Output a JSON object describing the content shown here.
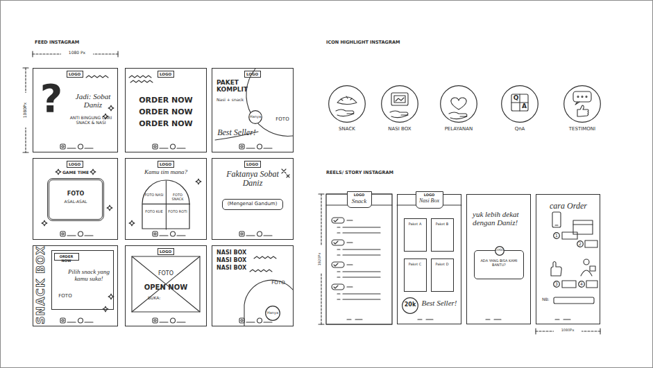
{
  "diagram": {
    "nodes": [
      {
        "text": [
          "?",
          "Jadi: Sobat Daniz",
          "ANTI BINGUNG CARI SNACK & NASI"
        ]
      },
      {
        "text": [
          "LOGO"
        ],
        "in": 0
      },
      {
        "text": [
          "ORDER NOW",
          "ORDER NOW",
          "ORDER NOW"
        ]
      },
      {
        "text": [
          "LOGO"
        ],
        "in": 2
      },
      {
        "text": [
          "PAKET KOMPLIT",
          "Nasi + snack",
          "FOTO",
          "Best Seller!"
        ]
      },
      {
        "text": [
          "LOGO"
        ],
        "in": 4
      },
      {
        "text": [
          "Hanya"
        ],
        "in": 4
      },
      {
        "text": [
          "GAME TIME"
        ]
      },
      {
        "text": [
          "LOGO"
        ],
        "in": 7
      },
      {
        "text": [
          "FOTO",
          "ASAL-ASAL"
        ],
        "in": 7
      },
      {
        "text": [
          "Kamu tim mana?"
        ]
      },
      {
        "text": [
          "LOGO"
        ],
        "in": 10
      },
      {
        "text": [
          "FOTO NASI",
          "FOTO SNACK",
          "FOTO KUE",
          "FOTO ROTI"
        ],
        "in": 10
      },
      {
        "text": [
          "Faktanya Sobat Daniz"
        ]
      },
      {
        "text": [
          "LOGO"
        ],
        "in": 13
      },
      {
        "text": [
          "(Mengenal Gandum)"
        ],
        "in": 13
      },
      {
        "text": [
          "SNACK BOX"
        ]
      },
      {
        "text": [
          "Pilih snack yang kamu suka!",
          "FOTO"
        ],
        "in": 16
      },
      {
        "text": [
          "ORDER NOW"
        ],
        "in": 17
      },
      {
        "text": [
          "FOTO",
          "OPEN NOW",
          "BUKA:"
        ]
      },
      {
        "text": [
          "LOGO"
        ],
        "in": 19
      },
      {
        "text": [
          "NASI BOX",
          "NASI BOX",
          "NASI BOX",
          "FOTO"
        ]
      },
      {
        "text": [
          "Hanya"
        ],
        "in": 21
      },
      {
        "text": [
          "SNACK"
        ]
      },
      {
        "text": [
          "NASI BOX"
        ]
      },
      {
        "text": [
          "PELAYANAN"
        ]
      },
      {
        "text": [
          "Q",
          "A",
          "QnA"
        ]
      },
      {
        "text": [
          "TESTIMONI"
        ]
      },
      {
        "text": [
          "LOGO",
          "Snack"
        ]
      },
      {
        "text": [
          "Best Seller!"
        ]
      },
      {
        "text": [
          "LOGO",
          "Nasi Box"
        ],
        "in": 29
      },
      {
        "text": [
          "Paket A"
        ],
        "in": 29
      },
      {
        "text": [
          "Paket B"
        ],
        "in": 29
      },
      {
        "text": [
          "Paket C"
        ],
        "in": 29
      },
      {
        "text": [
          "Paket D"
        ],
        "in": 29
      },
      {
        "text": [
          "20k"
        ],
        "in": 29
      },
      {
        "text": [
          "yuk lebih dekat dengan Daniz!"
        ]
      },
      {
        "text": [
          "ADA YANG BISA KAMI BANTU?"
        ],
        "in": 36
      },
      {
        "text": [
          "LOGO"
        ],
        "in": 37
      },
      {
        "text": [
          "cara Order",
          "NB:"
        ]
      },
      {
        "text": [
          "1"
        ],
        "in": 39
      },
      {
        "text": [
          "2"
        ],
        "in": 39
      },
      {
        "text": [
          "3"
        ],
        "in": 39
      },
      {
        "text": [
          "4"
        ],
        "in": 39
      }
    ],
    "labels": [
      "FEED INSTAGRAM",
      "1080 Px",
      "1080Px",
      "ICON HIGHLIGHT INSTAGRAM",
      "REELS/ STORY INSTAGRAM",
      "1920Px",
      "1080Px"
    ]
  }
}
